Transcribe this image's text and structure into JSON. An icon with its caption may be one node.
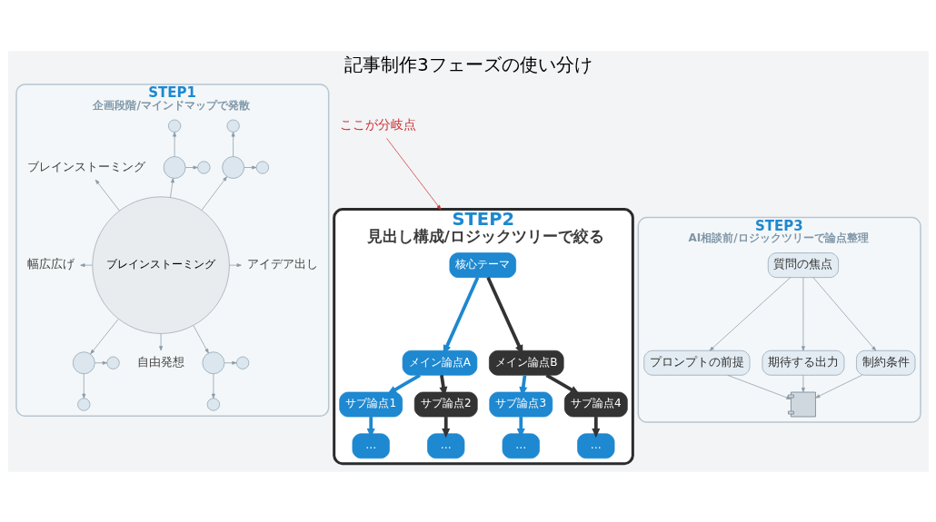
{
  "diagram": {
    "title": "記事制作3フェーズの使い分け",
    "nodes": [
      {
        "text": [
          "STEP1",
          "企画段階/マインドマップで発散"
        ]
      },
      {
        "text": [
          "ブレインストーミング"
        ],
        "in": 0
      },
      {
        "text": [
          "ブレインストーミング"
        ],
        "in": 0
      },
      {
        "text": [
          "幅広広げ"
        ],
        "in": 0
      },
      {
        "text": [
          "アイデア出し"
        ],
        "in": 0
      },
      {
        "text": [
          "自由発想"
        ],
        "in": 0
      },
      {
        "text": [],
        "shape": "circle",
        "in": 0
      },
      {
        "text": [],
        "shape": "circle",
        "in": 0
      },
      {
        "text": [],
        "shape": "circle",
        "in": 0
      },
      {
        "text": [],
        "shape": "circle",
        "in": 0
      },
      {
        "text": [],
        "shape": "circle",
        "in": 0
      },
      {
        "text": [],
        "shape": "circle",
        "in": 0
      },
      {
        "text": [],
        "shape": "circle",
        "in": 0
      },
      {
        "text": [],
        "shape": "circle",
        "in": 0
      },
      {
        "text": [],
        "shape": "circle",
        "in": 0
      },
      {
        "text": [],
        "shape": "circle",
        "in": 0
      },
      {
        "text": [],
        "shape": "circle",
        "in": 0
      },
      {
        "text": [],
        "shape": "circle",
        "in": 0
      },
      {
        "text": [
          "STEP2",
          "見出し構成/ロジックツリーで絞る"
        ]
      },
      {
        "text": [
          "核心テーマ"
        ],
        "in": 18
      },
      {
        "text": [
          "メイン論点A"
        ],
        "in": 18
      },
      {
        "text": [
          "メイン論点B"
        ],
        "in": 18
      },
      {
        "text": [
          "サブ論点1"
        ],
        "in": 18
      },
      {
        "text": [
          "サブ論点2"
        ],
        "in": 18
      },
      {
        "text": [
          "サブ論点3"
        ],
        "in": 18
      },
      {
        "text": [
          "サブ論点4"
        ],
        "in": 18
      },
      {
        "text": [
          "…"
        ],
        "in": 18
      },
      {
        "text": [
          "…"
        ],
        "in": 18
      },
      {
        "text": [
          "…"
        ],
        "in": 18
      },
      {
        "text": [
          "…"
        ],
        "in": 18
      },
      {
        "text": [
          "STEP3",
          "AI相談前/ロジックツリーで論点整理"
        ]
      },
      {
        "text": [
          "質問の焦点"
        ],
        "in": 30
      },
      {
        "text": [
          "プロンプトの前提"
        ],
        "in": 30
      },
      {
        "text": [
          "期待する出力"
        ],
        "in": 30
      },
      {
        "text": [
          "制約条件"
        ],
        "in": 30
      },
      {
        "text": [],
        "shape": "robot",
        "in": 30
      },
      {
        "text": [
          "ここが分岐点"
        ]
      }
    ],
    "edges": [
      {
        "from": 1,
        "to": 2,
        "arrow": "to"
      },
      {
        "from": 1,
        "to": 3,
        "arrow": "to"
      },
      {
        "from": 1,
        "to": 4,
        "arrow": "to"
      },
      {
        "from": 1,
        "to": 5,
        "arrow": "to"
      },
      {
        "from": 1,
        "to": 6,
        "arrow": "to"
      },
      {
        "from": 1,
        "to": 7,
        "arrow": "to"
      },
      {
        "from": 1,
        "to": 8,
        "arrow": "to"
      },
      {
        "from": 1,
        "to": 9,
        "arrow": "to"
      },
      {
        "from": 6,
        "to": 10,
        "arrow": "to"
      },
      {
        "from": 6,
        "to": 11,
        "arrow": "to"
      },
      {
        "from": 7,
        "to": 12,
        "arrow": "to"
      },
      {
        "from": 7,
        "to": 13,
        "arrow": "to"
      },
      {
        "from": 8,
        "to": 14,
        "arrow": "to"
      },
      {
        "from": 8,
        "to": 15,
        "arrow": "to"
      },
      {
        "from": 9,
        "to": 16,
        "arrow": "to"
      },
      {
        "from": 9,
        "to": 17,
        "arrow": "to"
      },
      {
        "from": 19,
        "to": 20,
        "arrow": "to",
        "style": "thick",
        "color": "#1e88d0"
      },
      {
        "from": 19,
        "to": 21,
        "arrow": "to",
        "style": "thick",
        "color": "#333333"
      },
      {
        "from": 20,
        "to": 22,
        "arrow": "to",
        "style": "thick",
        "color": "#1e88d0"
      },
      {
        "from": 20,
        "to": 23,
        "arrow": "to",
        "style": "thick",
        "color": "#333333"
      },
      {
        "from": 21,
        "to": 24,
        "arrow": "to",
        "style": "thick",
        "color": "#1e88d0"
      },
      {
        "from": 21,
        "to": 25,
        "arrow": "to",
        "style": "thick",
        "color": "#333333"
      },
      {
        "from": 22,
        "to": 26,
        "arrow": "to",
        "style": "thick",
        "color": "#1e88d0"
      },
      {
        "from": 23,
        "to": 27,
        "arrow": "to",
        "style": "thick",
        "color": "#333333"
      },
      {
        "from": 24,
        "to": 28,
        "arrow": "to",
        "style": "thick",
        "color": "#1e88d0"
      },
      {
        "from": 25,
        "to": 29,
        "arrow": "to",
        "style": "thick",
        "color": "#333333"
      },
      {
        "from": 31,
        "to": 32,
        "arrow": "to"
      },
      {
        "from": 31,
        "to": 33,
        "arrow": "to"
      },
      {
        "from": 31,
        "to": 34,
        "arrow": "to"
      },
      {
        "from": 32,
        "to": 35,
        "arrow": "to"
      },
      {
        "from": 33,
        "to": 35,
        "arrow": "to"
      },
      {
        "from": 34,
        "to": 35,
        "arrow": "to"
      },
      {
        "from": 36,
        "to": 18,
        "arrow": "to",
        "color": "#d03030"
      }
    ]
  }
}
